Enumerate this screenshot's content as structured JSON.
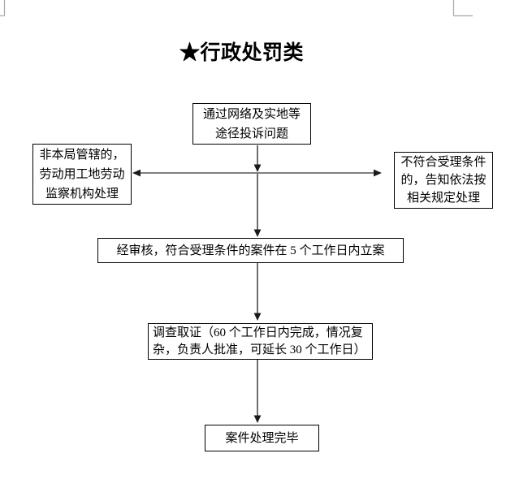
{
  "page": {
    "title": "★行政处罚类"
  },
  "flowchart": {
    "type": "flowchart",
    "nodes": {
      "complaint": {
        "lines": [
          "通过网络及实地等",
          "途径投诉问题"
        ]
      },
      "transfer": {
        "lines": [
          "非本局管辖的，",
          "劳动用工地劳动",
          "监察机构处理"
        ]
      },
      "reject": {
        "lines": [
          "不符合受理条件",
          "的，告知依法按",
          "相关规定处理"
        ]
      },
      "accept": {
        "lines": [
          "经审核，符合受理条件的案件在 5 个工作日内立案"
        ]
      },
      "investigate": {
        "lines": [
          "调查取证（60 个工作日内完成，情况复",
          "杂，负责人批准，可延长 30 个工作日）"
        ]
      },
      "closed": {
        "lines": [
          "案件处理完毕"
        ]
      }
    }
  },
  "colors": {
    "text": "#000000",
    "box_border": "#000000",
    "connector": "#3d3d3d",
    "branch_line": "#808080",
    "arrowhead": "#1a1a1a",
    "crop_mark": "#a6a6a6"
  }
}
